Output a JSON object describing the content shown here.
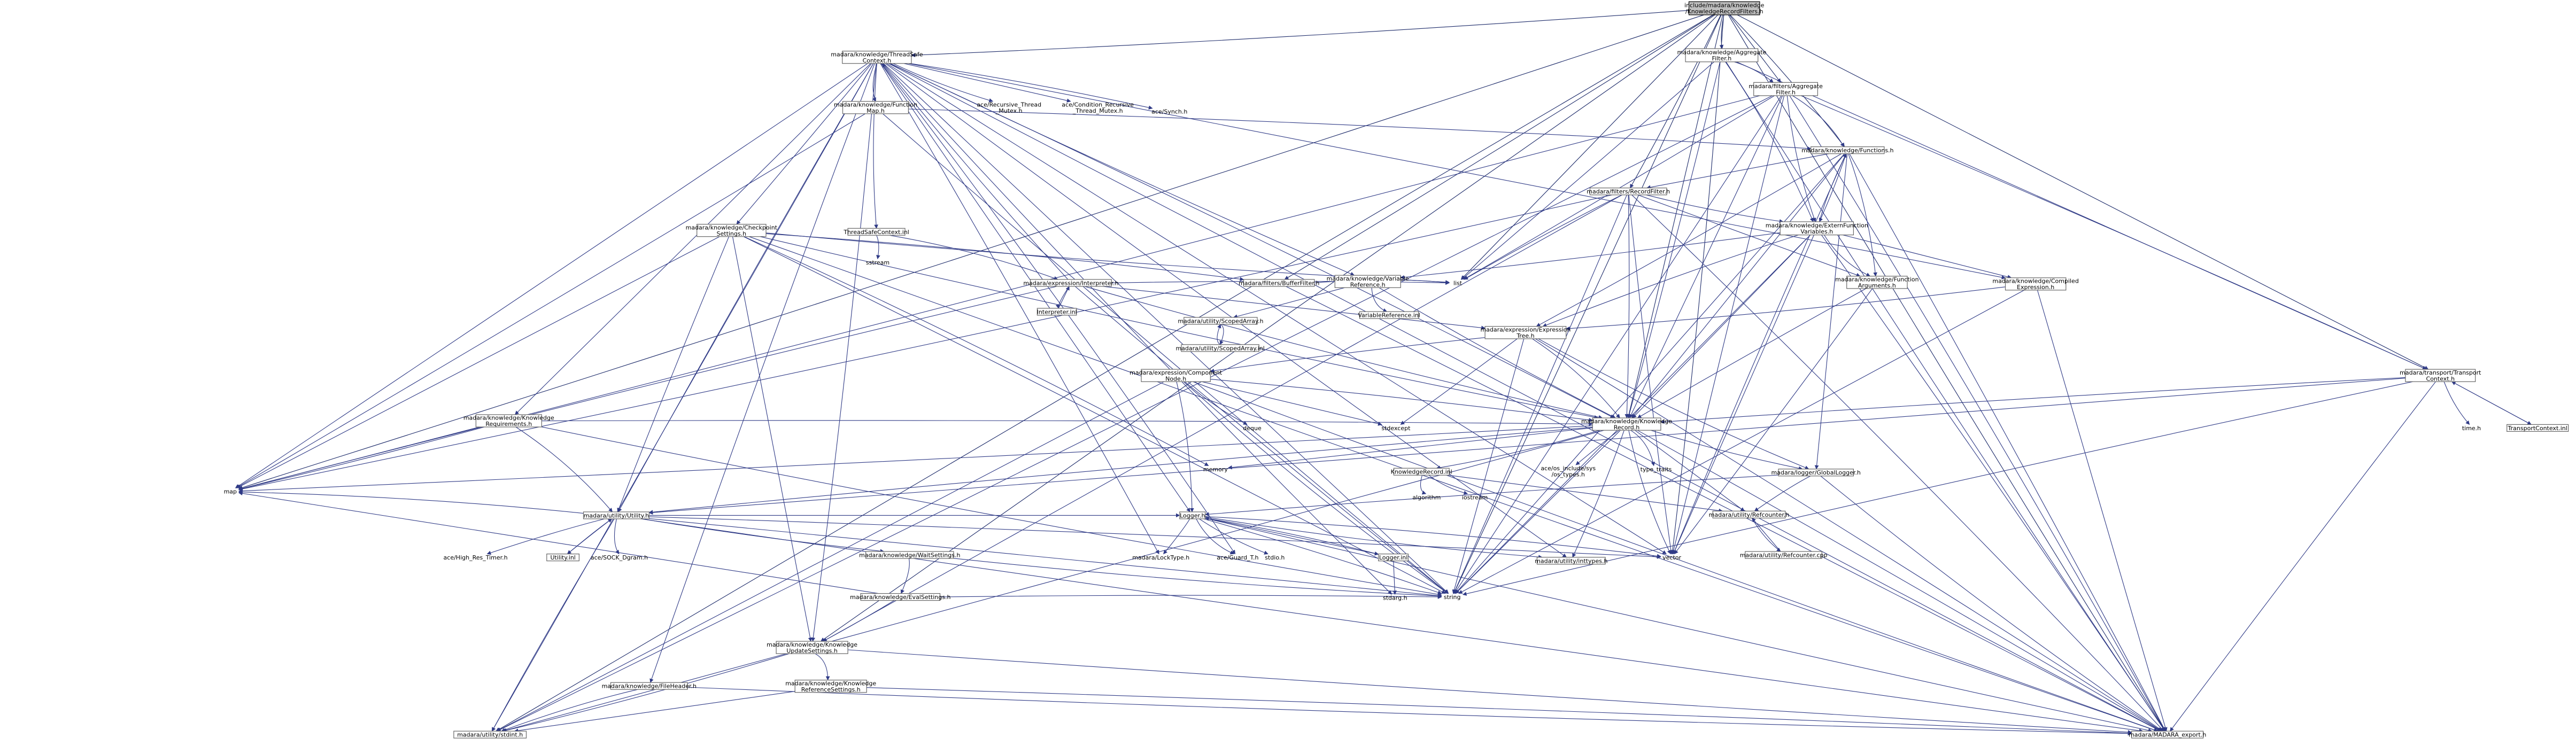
{
  "diagram": {
    "nodes": [
      {
        "id": "root",
        "label": [
          "include/madara/knowledge",
          "/KnowledgeRecordFilters.h"
        ],
        "kind": "root"
      },
      {
        "id": "tsc",
        "label": [
          "madara/knowledge/ThreadSafe",
          "Context.h"
        ]
      },
      {
        "id": "aggfilt",
        "label": [
          "madara/knowledge/Aggregate",
          "Filter.h"
        ]
      },
      {
        "id": "fagg",
        "label": [
          "madara/filters/Aggregate",
          "Filter.h"
        ]
      },
      {
        "id": "funcmap",
        "label": [
          "madara/knowledge/Function",
          "Map.h"
        ]
      },
      {
        "id": "recmutex",
        "label": [
          "ace/Recursive_Thread",
          "_Mutex.h"
        ],
        "kind": "plain"
      },
      {
        "id": "condmutex",
        "label": [
          "ace/Condition_Recursive",
          "_Thread_Mutex.h"
        ],
        "kind": "plain"
      },
      {
        "id": "synch",
        "label": [
          "ace/Synch.h"
        ],
        "kind": "plain"
      },
      {
        "id": "functions",
        "label": [
          "madara/knowledge/Functions.h"
        ]
      },
      {
        "id": "recfilt",
        "label": [
          "madara/filters/RecordFilter.h"
        ]
      },
      {
        "id": "extern",
        "label": [
          "madara/knowledge/ExternFunction",
          "Variables.h"
        ]
      },
      {
        "id": "checkpoint",
        "label": [
          "madara/knowledge/Checkpoint",
          "Settings.h"
        ]
      },
      {
        "id": "tsc_inl",
        "label": [
          "ThreadSafeContext.inl"
        ]
      },
      {
        "id": "sstream",
        "label": [
          "sstream"
        ],
        "kind": "plain"
      },
      {
        "id": "interp",
        "label": [
          "madara/expression/Interpreter.h"
        ]
      },
      {
        "id": "interp_inl",
        "label": [
          "Interpreter.inl"
        ]
      },
      {
        "id": "buffilt",
        "label": [
          "madara/filters/BufferFilter.h"
        ]
      },
      {
        "id": "varref",
        "label": [
          "madara/knowledge/Variable",
          "Reference.h"
        ]
      },
      {
        "id": "varref_inl",
        "label": [
          "VariableReference.inl"
        ]
      },
      {
        "id": "list",
        "label": [
          "list"
        ],
        "kind": "plain"
      },
      {
        "id": "functionargs",
        "label": [
          "madara/knowledge/Function",
          "Arguments.h"
        ]
      },
      {
        "id": "compexpr",
        "label": [
          "madara/knowledge/Compiled",
          "Expression.h"
        ]
      },
      {
        "id": "exprtree",
        "label": [
          "madara/expression/Expression",
          "Tree.h"
        ]
      },
      {
        "id": "scopedarr",
        "label": [
          "madara/utility/ScopedArray.h"
        ]
      },
      {
        "id": "scopedarr_inl",
        "label": [
          "madara/utility/ScopedArray.inl"
        ]
      },
      {
        "id": "compnode",
        "label": [
          "madara/expression/Component",
          "Node.h"
        ]
      },
      {
        "id": "deque",
        "label": [
          "deque"
        ],
        "kind": "plain"
      },
      {
        "id": "stdexcept",
        "label": [
          "stdexcept"
        ],
        "kind": "plain"
      },
      {
        "id": "krec",
        "label": [
          "madara/knowledge/Knowledge",
          "Record.h"
        ]
      },
      {
        "id": "kreq",
        "label": [
          "madara/knowledge/Knowledge",
          "Requirements.h"
        ]
      },
      {
        "id": "memory",
        "label": [
          "memory"
        ],
        "kind": "plain"
      },
      {
        "id": "aceinc",
        "label": [
          "ace/os_include/sys",
          "/os_types.h"
        ],
        "kind": "plain"
      },
      {
        "id": "typetraits",
        "label": [
          "type_traits"
        ],
        "kind": "plain"
      },
      {
        "id": "krec_inl",
        "label": [
          "KnowledgeRecord.inl"
        ]
      },
      {
        "id": "algorithm",
        "label": [
          "algorithm"
        ],
        "kind": "plain"
      },
      {
        "id": "iostream",
        "label": [
          "iostream"
        ],
        "kind": "plain"
      },
      {
        "id": "globallog",
        "label": [
          "madara/logger/GlobalLogger.h"
        ]
      },
      {
        "id": "refcounter",
        "label": [
          "madara/utility/Refcounter.h"
        ]
      },
      {
        "id": "refcounter_cpp",
        "label": [
          "madara/utility/Refcounter.cpp"
        ]
      },
      {
        "id": "utility",
        "label": [
          "madara/utility/Utility.h"
        ]
      },
      {
        "id": "hrt",
        "label": [
          "ace/High_Res_Timer.h"
        ],
        "kind": "plain"
      },
      {
        "id": "utility_inl",
        "label": [
          "Utility.inl"
        ]
      },
      {
        "id": "sock",
        "label": [
          "ace/SOCK_Dgram.h"
        ],
        "kind": "plain"
      },
      {
        "id": "waitset",
        "label": [
          "madara/knowledge/WaitSettings.h"
        ]
      },
      {
        "id": "evalset",
        "label": [
          "madara/knowledge/EvalSettings.h"
        ]
      },
      {
        "id": "logger",
        "label": [
          "Logger.h"
        ]
      },
      {
        "id": "locktype",
        "label": [
          "madara/LockType.h"
        ],
        "kind": "plain"
      },
      {
        "id": "guard",
        "label": [
          "ace/Guard_T.h"
        ],
        "kind": "plain"
      },
      {
        "id": "stdio",
        "label": [
          "stdio.h"
        ],
        "kind": "plain"
      },
      {
        "id": "logger_inl",
        "label": [
          "Logger.inl"
        ]
      },
      {
        "id": "stdargh",
        "label": [
          "stdarg.h"
        ],
        "kind": "plain"
      },
      {
        "id": "inttypes",
        "label": [
          "madara/utility/inttypes.h"
        ]
      },
      {
        "id": "string",
        "label": [
          "string"
        ],
        "kind": "plain"
      },
      {
        "id": "vector",
        "label": [
          "vector"
        ],
        "kind": "plain"
      },
      {
        "id": "map",
        "label": [
          "map"
        ],
        "kind": "plain"
      },
      {
        "id": "kupdate",
        "label": [
          "madara/knowledge/Knowledge",
          "UpdateSettings.h"
        ]
      },
      {
        "id": "fileheader",
        "label": [
          "madara/knowledge/FileHeader.h"
        ]
      },
      {
        "id": "krefset",
        "label": [
          "madara/knowledge/Knowledge",
          "ReferenceSettings.h"
        ]
      },
      {
        "id": "stdint",
        "label": [
          "madara/utility/stdint.h"
        ]
      },
      {
        "id": "export",
        "label": [
          "madara/MADARA_export.h"
        ]
      },
      {
        "id": "transport",
        "label": [
          "madara/transport/Transport",
          "Context.h"
        ]
      },
      {
        "id": "timeh",
        "label": [
          "time.h"
        ],
        "kind": "plain"
      },
      {
        "id": "transport_inl",
        "label": [
          "TransportContext.inl"
        ]
      }
    ],
    "edges": [
      [
        "root",
        "tsc"
      ],
      [
        "root",
        "aggfilt"
      ],
      [
        "root",
        "fagg"
      ],
      [
        "root",
        "functions"
      ],
      [
        "root",
        "recfilt"
      ],
      [
        "root",
        "buffilt"
      ],
      [
        "root",
        "list"
      ],
      [
        "root",
        "krec"
      ],
      [
        "root",
        "string"
      ],
      [
        "root",
        "vector"
      ],
      [
        "root",
        "map"
      ],
      [
        "root",
        "export"
      ],
      [
        "root",
        "transport"
      ],
      [
        "root",
        "stdint"
      ],
      [
        "root",
        "kupdate"
      ],
      [
        "tsc",
        "funcmap"
      ],
      [
        "tsc",
        "recmutex"
      ],
      [
        "tsc",
        "condmutex"
      ],
      [
        "tsc",
        "synch"
      ],
      [
        "tsc",
        "checkpoint"
      ],
      [
        "tsc",
        "tsc_inl"
      ],
      [
        "tsc",
        "varref"
      ],
      [
        "tsc",
        "compexpr"
      ],
      [
        "tsc",
        "kreq"
      ],
      [
        "tsc",
        "krec"
      ],
      [
        "tsc",
        "utility"
      ],
      [
        "tsc",
        "map"
      ],
      [
        "tsc",
        "string"
      ],
      [
        "tsc",
        "export"
      ],
      [
        "tsc",
        "kupdate"
      ],
      [
        "tsc",
        "fileheader"
      ],
      [
        "tsc",
        "stdint"
      ],
      [
        "tsc",
        "logger"
      ],
      [
        "tsc",
        "locktype"
      ],
      [
        "tsc",
        "guard"
      ],
      [
        "tsc",
        "stdargh"
      ],
      [
        "tsc",
        "inttypes"
      ],
      [
        "tsc",
        "vector"
      ],
      [
        "aggfilt",
        "fagg"
      ],
      [
        "aggfilt",
        "extern"
      ],
      [
        "aggfilt",
        "list"
      ],
      [
        "aggfilt",
        "export"
      ],
      [
        "aggfilt",
        "transport"
      ],
      [
        "aggfilt",
        "krec"
      ],
      [
        "fagg",
        "functions"
      ],
      [
        "fagg",
        "extern"
      ],
      [
        "fagg",
        "list"
      ],
      [
        "fagg",
        "krec"
      ],
      [
        "fagg",
        "transport"
      ],
      [
        "fagg",
        "export"
      ],
      [
        "fagg",
        "stdint"
      ],
      [
        "fagg",
        "map"
      ],
      [
        "fagg",
        "vector"
      ],
      [
        "fagg",
        "string"
      ],
      [
        "funcmap",
        "functions"
      ],
      [
        "funcmap",
        "map"
      ],
      [
        "funcmap",
        "string"
      ],
      [
        "functions",
        "recfilt"
      ],
      [
        "functions",
        "extern"
      ],
      [
        "functions",
        "functionargs"
      ],
      [
        "functions",
        "exprtree"
      ],
      [
        "functions",
        "krec"
      ],
      [
        "functions",
        "globallog"
      ],
      [
        "functions",
        "export"
      ],
      [
        "functions",
        "string"
      ],
      [
        "functions",
        "vector"
      ],
      [
        "recfilt",
        "extern"
      ],
      [
        "recfilt",
        "functionargs"
      ],
      [
        "recfilt",
        "krec"
      ],
      [
        "recfilt",
        "list"
      ],
      [
        "recfilt",
        "map"
      ],
      [
        "recfilt",
        "vector"
      ],
      [
        "recfilt",
        "kupdate"
      ],
      [
        "recfilt",
        "string"
      ],
      [
        "recfilt",
        "export"
      ],
      [
        "extern",
        "functionargs"
      ],
      [
        "extern",
        "varref"
      ],
      [
        "extern",
        "compexpr"
      ],
      [
        "extern",
        "krec"
      ],
      [
        "extern",
        "exprtree"
      ],
      [
        "extern",
        "functions"
      ],
      [
        "extern",
        "string"
      ],
      [
        "extern",
        "vector"
      ],
      [
        "extern",
        "export"
      ],
      [
        "checkpoint",
        "buffilt"
      ],
      [
        "checkpoint",
        "list"
      ],
      [
        "checkpoint",
        "utility"
      ],
      [
        "checkpoint",
        "map"
      ],
      [
        "checkpoint",
        "string"
      ],
      [
        "checkpoint",
        "memory"
      ],
      [
        "checkpoint",
        "krec"
      ],
      [
        "checkpoint",
        "export"
      ],
      [
        "checkpoint",
        "kupdate"
      ],
      [
        "tsc_inl",
        "sstream"
      ],
      [
        "tsc_inl",
        "interp"
      ],
      [
        "interp",
        "interp_inl"
      ],
      [
        "interp",
        "tsc"
      ],
      [
        "interp",
        "exprtree"
      ],
      [
        "interp",
        "list"
      ],
      [
        "interp",
        "map"
      ],
      [
        "interp",
        "krec"
      ],
      [
        "interp",
        "string"
      ],
      [
        "interp_inl",
        "interp"
      ],
      [
        "buffilt",
        "export"
      ],
      [
        "buffilt",
        "list"
      ],
      [
        "varref",
        "varref_inl"
      ],
      [
        "varref",
        "krec"
      ],
      [
        "varref",
        "scopedarr"
      ],
      [
        "functionargs",
        "krec"
      ],
      [
        "functionargs",
        "vector"
      ],
      [
        "compexpr",
        "exprtree"
      ],
      [
        "compexpr",
        "string"
      ],
      [
        "compexpr",
        "export"
      ],
      [
        "exprtree",
        "compnode"
      ],
      [
        "exprtree",
        "krec"
      ],
      [
        "exprtree",
        "globallog"
      ],
      [
        "exprtree",
        "stdexcept"
      ],
      [
        "exprtree",
        "string"
      ],
      [
        "exprtree",
        "export"
      ],
      [
        "scopedarr",
        "scopedarr_inl"
      ],
      [
        "scopedarr_inl",
        "scopedarr"
      ],
      [
        "compnode",
        "deque"
      ],
      [
        "compnode",
        "stdexcept"
      ],
      [
        "compnode",
        "krec"
      ],
      [
        "compnode",
        "logger"
      ],
      [
        "compnode",
        "string"
      ],
      [
        "compnode",
        "export"
      ],
      [
        "compnode",
        "stdint"
      ],
      [
        "kreq",
        "krec"
      ],
      [
        "kreq",
        "utility"
      ],
      [
        "kreq",
        "string"
      ],
      [
        "kreq",
        "map"
      ],
      [
        "krec",
        "memory"
      ],
      [
        "krec",
        "aceinc"
      ],
      [
        "krec",
        "typetraits"
      ],
      [
        "krec",
        "krec_inl"
      ],
      [
        "krec",
        "globallog"
      ],
      [
        "krec",
        "refcounter"
      ],
      [
        "krec",
        "utility"
      ],
      [
        "krec",
        "string"
      ],
      [
        "krec",
        "vector"
      ],
      [
        "krec",
        "map"
      ],
      [
        "krec",
        "stdint"
      ],
      [
        "krec",
        "export"
      ],
      [
        "krec",
        "inttypes"
      ],
      [
        "krec_inl",
        "algorithm"
      ],
      [
        "krec_inl",
        "iostream"
      ],
      [
        "krec_inl",
        "refcounter"
      ],
      [
        "globallog",
        "logger"
      ],
      [
        "globallog",
        "refcounter"
      ],
      [
        "globallog",
        "export"
      ],
      [
        "refcounter",
        "refcounter_cpp"
      ],
      [
        "refcounter_cpp",
        "refcounter"
      ],
      [
        "utility",
        "hrt"
      ],
      [
        "utility",
        "utility_inl"
      ],
      [
        "utility",
        "sock"
      ],
      [
        "utility",
        "waitset"
      ],
      [
        "utility",
        "string"
      ],
      [
        "utility",
        "vector"
      ],
      [
        "utility",
        "map"
      ],
      [
        "utility",
        "stdint"
      ],
      [
        "utility",
        "export"
      ],
      [
        "utility",
        "logger"
      ],
      [
        "utility_inl",
        "utility"
      ],
      [
        "waitset",
        "evalset"
      ],
      [
        "waitset",
        "string"
      ],
      [
        "evalset",
        "kupdate"
      ],
      [
        "evalset",
        "map"
      ],
      [
        "evalset",
        "string"
      ],
      [
        "logger",
        "locktype"
      ],
      [
        "logger",
        "guard"
      ],
      [
        "logger",
        "stdio"
      ],
      [
        "logger",
        "logger_inl"
      ],
      [
        "logger",
        "string"
      ],
      [
        "logger",
        "vector"
      ],
      [
        "logger",
        "inttypes"
      ],
      [
        "logger",
        "export"
      ],
      [
        "logger_inl",
        "stdargh"
      ],
      [
        "logger_inl",
        "logger"
      ],
      [
        "kupdate",
        "krefset"
      ],
      [
        "kupdate",
        "stdint"
      ],
      [
        "kupdate",
        "export"
      ],
      [
        "krefset",
        "stdint"
      ],
      [
        "krefset",
        "export"
      ],
      [
        "fileheader",
        "stdint"
      ],
      [
        "fileheader",
        "export"
      ],
      [
        "transport",
        "timeh"
      ],
      [
        "transport",
        "transport_inl"
      ],
      [
        "transport",
        "krec"
      ],
      [
        "transport",
        "string"
      ],
      [
        "transport",
        "export"
      ],
      [
        "transport",
        "utility"
      ],
      [
        "transport_inl",
        "transport"
      ]
    ]
  }
}
